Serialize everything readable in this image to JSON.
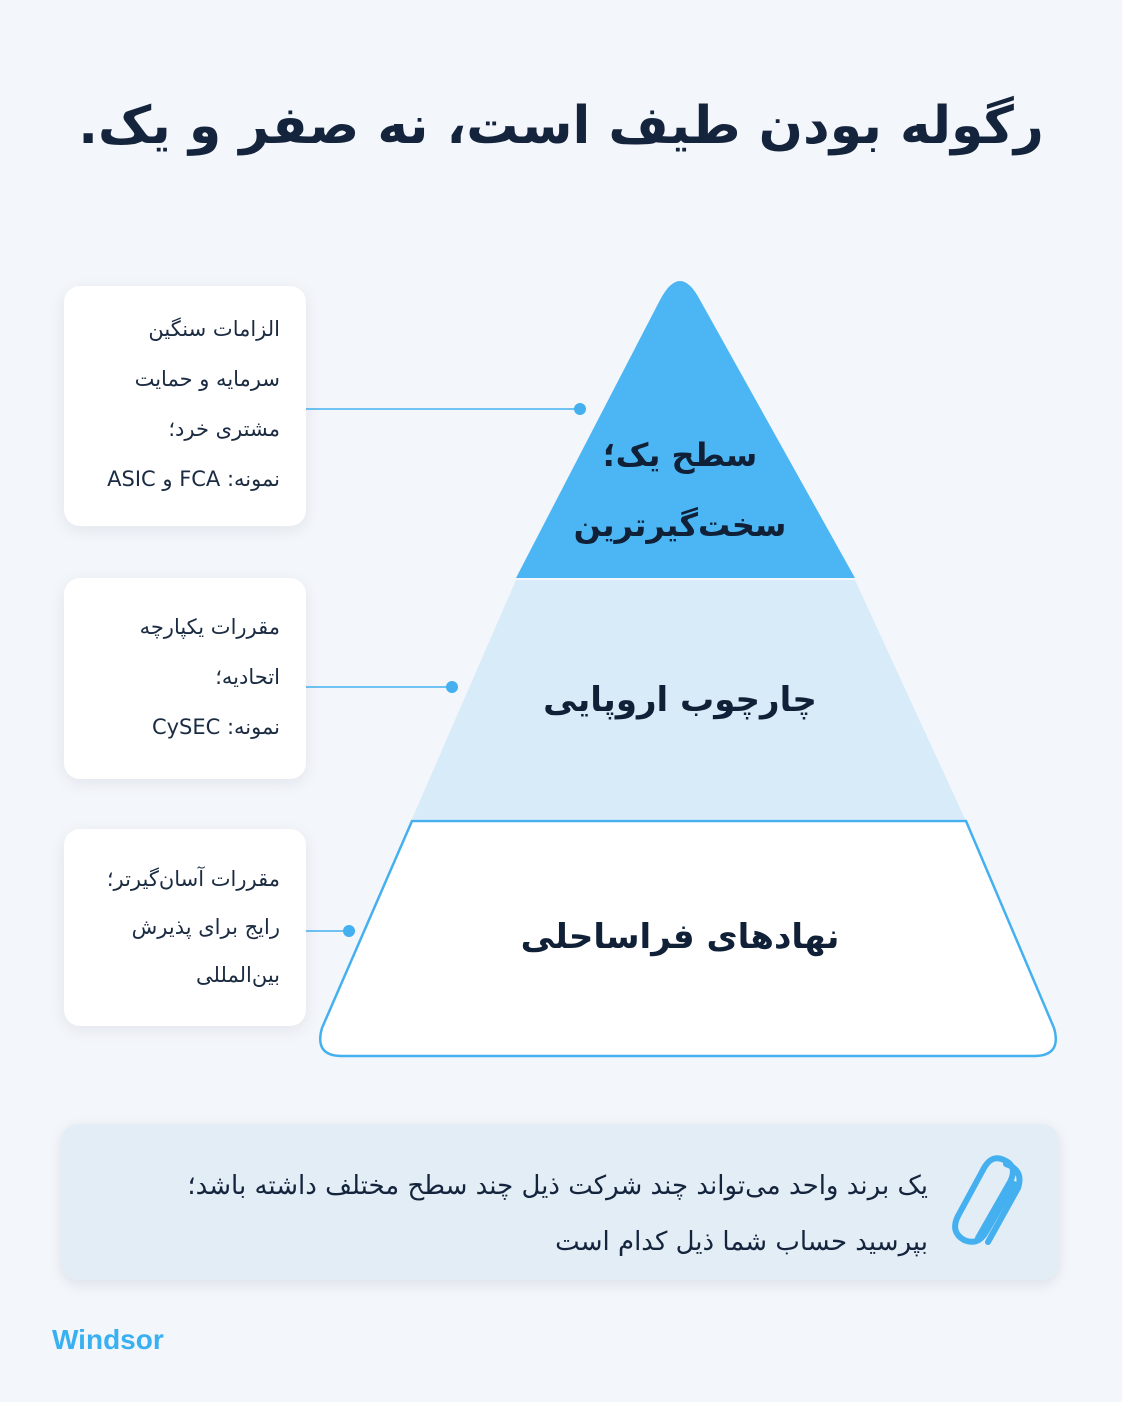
{
  "title": "رگوله بودن طیف است، نه صفر و یک.",
  "colors": {
    "background": "#f3f6fa",
    "tier_top": "#4cb6f4",
    "tier_middle": "#d8ebf8",
    "tier_bottom": "#ffffff",
    "accent": "#45b0f0",
    "title": "#14243d"
  },
  "tiers": [
    {
      "label_lines": [
        "سطح یک؛",
        "سخت‌گیرترین"
      ]
    },
    {
      "label_lines": [
        "چارچوب اروپایی"
      ]
    },
    {
      "label_lines": [
        "نهادهای فراساحلی"
      ]
    }
  ],
  "cards": [
    {
      "lines": [
        "الزامات سنگین",
        "سرمایه و حمایت",
        "مشتری خرد؛",
        "نمونه: FCA و ASIC"
      ]
    },
    {
      "lines": [
        "مقررات یکپارچه",
        "اتحادیه؛",
        "نمونه: CySEC"
      ]
    },
    {
      "lines": [
        "مقررات آسان‌گیرتر؛",
        "رایج برای پذیرش",
        "بین‌المللی"
      ]
    }
  ],
  "note": {
    "lines": [
      "یک برند واحد می‌تواند چند شرکت ذیل چند سطح مختلف داشته باشد؛",
      "بپرسید حساب شما ذیل کدام است"
    ],
    "icon": "paperclip-icon"
  },
  "brand": "Windsor"
}
